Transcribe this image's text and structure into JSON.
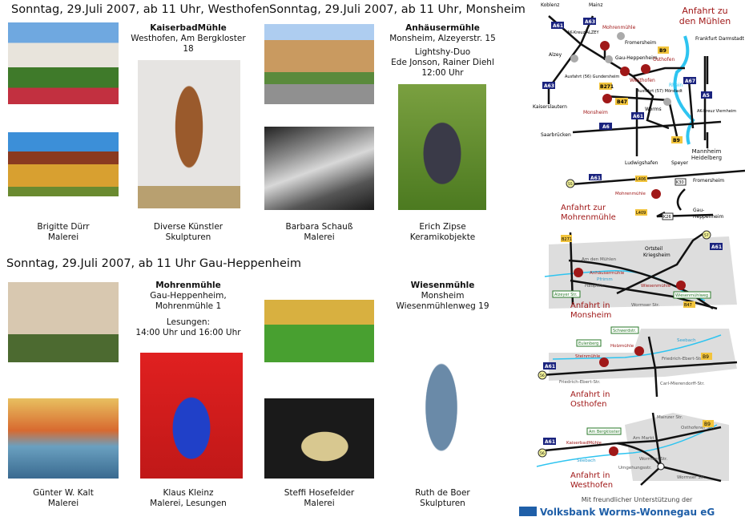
{
  "section1": {
    "heading_west": "Sonntag, 29.Juli 2007, ab 11 Uhr, Westhofen",
    "heading_mons": "Sonntag, 29.Juli 2007, ab 11 Uhr, Monsheim"
  },
  "section2": {
    "heading": "Sonntag, 29.Juli 2007, ab 11 Uhr Gau-Heppenheim"
  },
  "kaiserbad": {
    "name": "KaiserbadMühle",
    "address": "Westhofen, Am Bergkloster 18"
  },
  "anhaeuser": {
    "name": "Anhäusermühle",
    "address": "Monsheim, Alzeyerstr. 15",
    "event1": "Lightshy-Duo",
    "event2": "Ede Jonson, Rainer Diehl",
    "time": "12:00 Uhr"
  },
  "mohren": {
    "name": "Mohrenmühle",
    "address1": "Gau-Heppenheim,",
    "address2": "Mohrenmühle 1",
    "event": "Lesungen:",
    "time": "14:00 Uhr und 16:00 Uhr"
  },
  "wiesen": {
    "name": "Wiesenmühle",
    "address1": "Monsheim",
    "address2": "Wiesenmühlenweg 19"
  },
  "artists": [
    {
      "name": "Brigitte Dürr",
      "type": "Malerei"
    },
    {
      "name": "Diverse Künstler",
      "type": "Skulpturen"
    },
    {
      "name": "Barbara Schauß",
      "type": "Malerei"
    },
    {
      "name": "Erich Zipse",
      "type": "Keramikobjekte"
    },
    {
      "name": "Günter W. Kalt",
      "type": "Malerei"
    },
    {
      "name": "Klaus Kleinz",
      "type": "Malerei, Lesungen"
    },
    {
      "name": "Steffi Hosefelder",
      "type": "Malerei"
    },
    {
      "name": "Ruth de Boer",
      "type": "Skulpturen"
    }
  ],
  "map_overview": {
    "title1": "Anfahrt zu",
    "title2": "den Mühlen",
    "places": [
      "Koblenz",
      "Mainz",
      "AK-Kreuz ALZEY",
      "Alzey",
      "Kaiserslautern",
      "Fromersheim",
      "Gau-Heppenheim",
      "Ausfahrt (56) Gundersheim",
      "Ausfahrt (57) Mörstadt",
      "Worms",
      "Saarbrücken",
      "Ludwigshafen",
      "Speyer",
      "Frankfurt Darmstadt",
      "AK-Kreuz Viernheim",
      "Mannheim Heidelberg",
      "Mainz",
      "Rhein"
    ],
    "mills": [
      "Mohrenmühle",
      "Osthofen",
      "Westhofen",
      "Monsheim"
    ],
    "roads": [
      "A61",
      "A63",
      "A63",
      "A61",
      "A6",
      "A67",
      "A5",
      "B9",
      "B9",
      "B271",
      "B47",
      "55",
      "56",
      "57",
      "AK",
      "AD",
      "AK"
    ]
  },
  "map_mohren": {
    "title1": "Anfahrt zur",
    "title2": "Mohrenmühle",
    "labels": [
      "Fromersheim",
      "Gau-",
      "Heppenheim",
      "Mohrenmühle"
    ],
    "roads": [
      "55",
      "A61",
      "L406",
      "K30",
      "L409",
      "K26"
    ]
  },
  "map_mons": {
    "title1": "Anfahrt in",
    "title2": "Monsheim",
    "labels": [
      "Ortsteil",
      "Kriegsheim",
      "Anhäusermühle",
      "Wiesenmühle",
      "Alzeyer Str.",
      "Wiesenmühlweg",
      "Hauptstr.",
      "Wormser Str.",
      "Am den Mühlen",
      "Pfrimm"
    ],
    "roads": [
      "B271",
      "57",
      "A61",
      "B47"
    ]
  },
  "map_osth": {
    "title1": "Anfahrt in",
    "title2": "Osthofen",
    "labels": [
      "Steinmühle",
      "Holzmühle",
      "Eulenberg",
      "Schwerdstr.",
      "Friedrich-Ebert-Str.",
      "Friedrich-Ebert-Str.",
      "Carl-Mierendorff-Str.",
      "Seebach"
    ],
    "roads": [
      "A61",
      "56",
      "B9"
    ]
  },
  "map_westh": {
    "title1": "Anfahrt in",
    "title2": "Westhofen",
    "labels": [
      "KaiserbadMühle",
      "Am Bergkloster",
      "Mainzer Str.",
      "Osthofener Str.",
      "Wormser Str.",
      "Wormser Str.",
      "Umgehungsstr.",
      "Seebach",
      "Am Markt"
    ],
    "roads": [
      "A61",
      "56",
      "B9"
    ]
  },
  "sponsor": {
    "text": "Mit freundlicher Unterstützung der",
    "bank": "Volksbank Worms-Wonnegau eG"
  },
  "colors": {
    "mill_red": "#a01818",
    "road_blue": "#1a237e",
    "road_yellow": "#f2c43c",
    "river": "#2ec4f0",
    "bank_blue": "#1f5fa8"
  }
}
